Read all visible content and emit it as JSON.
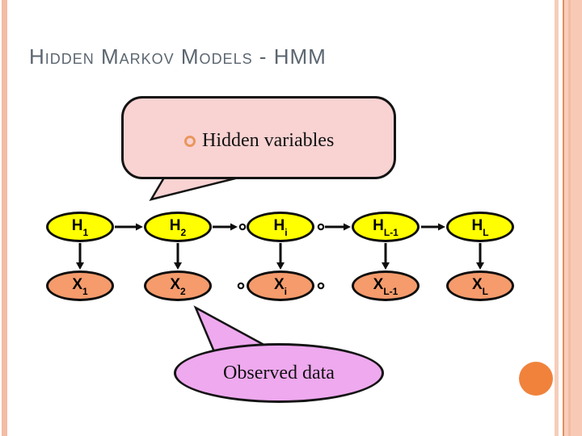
{
  "slide": {
    "title": "Hidden Markov Models - HMM"
  },
  "callouts": {
    "hidden": {
      "text": "Hidden variables"
    },
    "observed": {
      "text": "Observed data"
    }
  },
  "nodes": {
    "hidden_row": [
      {
        "base": "H",
        "sub": "1"
      },
      {
        "base": "H",
        "sub": "2"
      },
      {
        "base": "H",
        "sub": "i"
      },
      {
        "base": "H",
        "sub": "L-1"
      },
      {
        "base": "H",
        "sub": "L"
      }
    ],
    "observed_row": [
      {
        "base": "X",
        "sub": "1"
      },
      {
        "base": "X",
        "sub": "2"
      },
      {
        "base": "X",
        "sub": "i"
      },
      {
        "base": "X",
        "sub": "L-1"
      },
      {
        "base": "X",
        "sub": "L"
      }
    ]
  },
  "colors": {
    "title_text": "#5b6670",
    "hidden_node_fill": "#ffff00",
    "observed_node_fill": "#f59b6c",
    "hidden_callout_fill": "#f9d2d2",
    "observed_callout_fill": "#efa9ef",
    "bullet_ring": "#e8975d",
    "edge_stripe": "#f3bca4",
    "corner_dot": "#f0823c",
    "outline": "#141414"
  }
}
